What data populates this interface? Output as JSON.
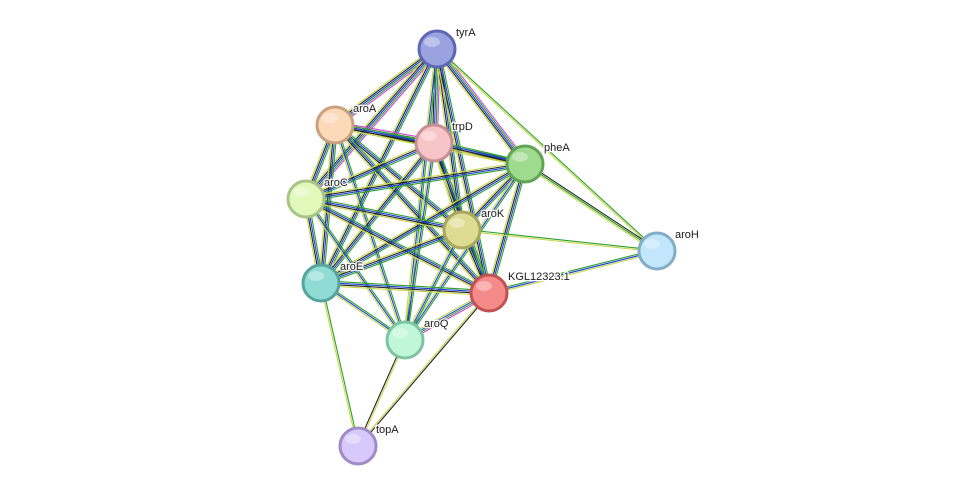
{
  "network": {
    "nodes": [
      {
        "id": "tyrA",
        "label": "tyrA",
        "fill": "#9aa3e0",
        "stroke": "#5c68b3"
      },
      {
        "id": "aroA",
        "label": "aroA",
        "fill": "#fcd9b8",
        "stroke": "#caa07e"
      },
      {
        "id": "trpD",
        "label": "trpD",
        "fill": "#f7c4c8",
        "stroke": "#c58f95"
      },
      {
        "id": "pheA",
        "label": "pheA",
        "fill": "#9edb8e",
        "stroke": "#62a356"
      },
      {
        "id": "aroC",
        "label": "aroC",
        "fill": "#e2f9bc",
        "stroke": "#a9c486"
      },
      {
        "id": "aroK",
        "label": "aroK",
        "fill": "#dedc93",
        "stroke": "#a9a65d"
      },
      {
        "id": "aroH",
        "label": "aroH",
        "fill": "#c2e6fb",
        "stroke": "#82adc6"
      },
      {
        "id": "aroE",
        "label": "aroE",
        "fill": "#8fdcd4",
        "stroke": "#56a49c"
      },
      {
        "id": "KGL12323.1",
        "label": "KGL12323.1",
        "fill": "#f48a8a",
        "stroke": "#c25252"
      },
      {
        "id": "aroQ",
        "label": "aroQ",
        "fill": "#bff7d8",
        "stroke": "#7fc4a0"
      },
      {
        "id": "topA",
        "label": "topA",
        "fill": "#d8c8fb",
        "stroke": "#9d8cc8"
      }
    ],
    "edges": [
      {
        "source": "tyrA",
        "target": "aroA",
        "colors": [
          "#d63fd6",
          "#2ca02c",
          "#1f3fd6",
          "#222222",
          "#c7d84a"
        ]
      },
      {
        "source": "tyrA",
        "target": "trpD",
        "colors": [
          "#d63fd6",
          "#2ca02c",
          "#1f3fd6",
          "#222222",
          "#c7d84a"
        ]
      },
      {
        "source": "tyrA",
        "target": "pheA",
        "colors": [
          "#d63fd6",
          "#2ca02c",
          "#1f3fd6",
          "#222222",
          "#c7d84a"
        ]
      },
      {
        "source": "tyrA",
        "target": "aroC",
        "colors": [
          "#d63fd6",
          "#2ca02c",
          "#1f3fd6",
          "#222222",
          "#c7d84a"
        ]
      },
      {
        "source": "tyrA",
        "target": "aroK",
        "colors": [
          "#2ca02c",
          "#1f3fd6",
          "#222222",
          "#c7d84a"
        ]
      },
      {
        "source": "tyrA",
        "target": "aroE",
        "colors": [
          "#2ca02c",
          "#1f3fd6",
          "#222222",
          "#c7d84a"
        ]
      },
      {
        "source": "tyrA",
        "target": "KGL12323.1",
        "colors": [
          "#2ca02c",
          "#1f3fd6",
          "#222222",
          "#c7d84a"
        ]
      },
      {
        "source": "tyrA",
        "target": "aroQ",
        "colors": [
          "#2ca02c",
          "#1f3fd6",
          "#c7d84a"
        ]
      },
      {
        "source": "tyrA",
        "target": "aroH",
        "colors": [
          "#2ca02c",
          "#c7d84a"
        ]
      },
      {
        "source": "aroA",
        "target": "trpD",
        "colors": [
          "#d63fd6",
          "#2ca02c",
          "#1f3fd6",
          "#222222",
          "#c7d84a"
        ]
      },
      {
        "source": "aroA",
        "target": "pheA",
        "colors": [
          "#2ca02c",
          "#1f3fd6",
          "#222222",
          "#c7d84a"
        ]
      },
      {
        "source": "aroA",
        "target": "aroC",
        "colors": [
          "#2ca02c",
          "#1f3fd6",
          "#222222",
          "#c7d84a"
        ]
      },
      {
        "source": "aroA",
        "target": "aroK",
        "colors": [
          "#2ca02c",
          "#1f3fd6",
          "#222222",
          "#c7d84a"
        ]
      },
      {
        "source": "aroA",
        "target": "aroE",
        "colors": [
          "#2ca02c",
          "#1f3fd6",
          "#222222",
          "#c7d84a"
        ]
      },
      {
        "source": "aroA",
        "target": "KGL12323.1",
        "colors": [
          "#2ca02c",
          "#1f3fd6",
          "#222222",
          "#c7d84a"
        ]
      },
      {
        "source": "aroA",
        "target": "aroQ",
        "colors": [
          "#2ca02c",
          "#1f3fd6",
          "#c7d84a"
        ]
      },
      {
        "source": "trpD",
        "target": "pheA",
        "colors": [
          "#2ca02c",
          "#1f3fd6",
          "#222222",
          "#c7d84a"
        ]
      },
      {
        "source": "trpD",
        "target": "aroC",
        "colors": [
          "#2ca02c",
          "#1f3fd6",
          "#222222",
          "#c7d84a"
        ]
      },
      {
        "source": "trpD",
        "target": "aroK",
        "colors": [
          "#2ca02c",
          "#1f3fd6",
          "#222222",
          "#c7d84a"
        ]
      },
      {
        "source": "trpD",
        "target": "aroE",
        "colors": [
          "#2ca02c",
          "#1f3fd6",
          "#222222",
          "#c7d84a"
        ]
      },
      {
        "source": "trpD",
        "target": "KGL12323.1",
        "colors": [
          "#2ca02c",
          "#1f3fd6",
          "#222222",
          "#c7d84a"
        ]
      },
      {
        "source": "trpD",
        "target": "aroQ",
        "colors": [
          "#2ca02c",
          "#1f3fd6",
          "#c7d84a"
        ]
      },
      {
        "source": "pheA",
        "target": "aroC",
        "colors": [
          "#2ca02c",
          "#1f3fd6",
          "#222222",
          "#c7d84a"
        ]
      },
      {
        "source": "pheA",
        "target": "aroK",
        "colors": [
          "#2ca02c",
          "#1f3fd6",
          "#222222",
          "#c7d84a"
        ]
      },
      {
        "source": "pheA",
        "target": "aroE",
        "colors": [
          "#2ca02c",
          "#1f3fd6",
          "#222222",
          "#c7d84a"
        ]
      },
      {
        "source": "pheA",
        "target": "KGL12323.1",
        "colors": [
          "#2ca02c",
          "#1f3fd6",
          "#222222",
          "#c7d84a"
        ]
      },
      {
        "source": "pheA",
        "target": "aroQ",
        "colors": [
          "#2ca02c",
          "#1f3fd6",
          "#c7d84a"
        ]
      },
      {
        "source": "pheA",
        "target": "aroH",
        "colors": [
          "#222222",
          "#2ca02c",
          "#c7d84a"
        ]
      },
      {
        "source": "aroC",
        "target": "aroK",
        "colors": [
          "#2ca02c",
          "#1f3fd6",
          "#222222",
          "#c7d84a"
        ]
      },
      {
        "source": "aroC",
        "target": "aroE",
        "colors": [
          "#2ca02c",
          "#1f3fd6",
          "#222222",
          "#c7d84a"
        ]
      },
      {
        "source": "aroC",
        "target": "KGL12323.1",
        "colors": [
          "#2ca02c",
          "#1f3fd6",
          "#222222",
          "#c7d84a"
        ]
      },
      {
        "source": "aroC",
        "target": "aroQ",
        "colors": [
          "#2ca02c",
          "#1f3fd6",
          "#c7d84a"
        ]
      },
      {
        "source": "aroK",
        "target": "aroE",
        "colors": [
          "#2ca02c",
          "#1f3fd6",
          "#222222",
          "#c7d84a"
        ]
      },
      {
        "source": "aroK",
        "target": "KGL12323.1",
        "colors": [
          "#2ca02c",
          "#1f3fd6",
          "#222222",
          "#c7d84a"
        ]
      },
      {
        "source": "aroK",
        "target": "aroQ",
        "colors": [
          "#2ca02c",
          "#1f3fd6",
          "#c7d84a"
        ]
      },
      {
        "source": "aroK",
        "target": "aroH",
        "colors": [
          "#2ca02c",
          "#c7d84a"
        ]
      },
      {
        "source": "aroE",
        "target": "KGL12323.1",
        "colors": [
          "#2ca02c",
          "#1f3fd6",
          "#222222",
          "#c7d84a"
        ]
      },
      {
        "source": "aroE",
        "target": "aroQ",
        "colors": [
          "#2ca02c",
          "#1f3fd6",
          "#c7d84a"
        ]
      },
      {
        "source": "aroE",
        "target": "topA",
        "colors": [
          "#2ca02c",
          "#c7d84a"
        ]
      },
      {
        "source": "KGL12323.1",
        "target": "aroQ",
        "colors": [
          "#d63fd6",
          "#2ca02c",
          "#1f3fd6",
          "#c7d84a"
        ]
      },
      {
        "source": "KGL12323.1",
        "target": "aroH",
        "colors": [
          "#2ca02c",
          "#1f3fd6",
          "#c7d84a"
        ]
      },
      {
        "source": "KGL12323.1",
        "target": "topA",
        "colors": [
          "#222222",
          "#c7d84a"
        ]
      },
      {
        "source": "aroQ",
        "target": "topA",
        "colors": [
          "#c7d84a",
          "#222222"
        ]
      }
    ]
  }
}
